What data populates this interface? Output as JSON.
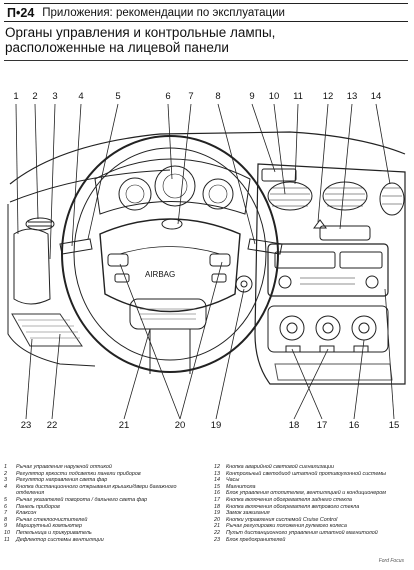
{
  "header": {
    "page_label": "П•24",
    "title": "Приложения: рекомендации по эксплуатации"
  },
  "section": {
    "title_line1": "Органы управления и контрольные лампы,",
    "title_line2": "расположенные на лицевой панели"
  },
  "figure": {
    "callouts_top": [
      "1",
      "2",
      "3",
      "4",
      "5",
      "6",
      "7",
      "8",
      "9",
      "10",
      "11",
      "12",
      "13",
      "14"
    ],
    "callouts_bottom": [
      "23",
      "22",
      "21",
      "20",
      "19",
      "18",
      "17",
      "16",
      "15"
    ],
    "steering_badge": "AIRBAG"
  },
  "legend": {
    "left": [
      {
        "n": "1",
        "t": "Рычаг управления наружной оптикой"
      },
      {
        "n": "2",
        "t": "Регулятор яркости подсветки панели приборов"
      },
      {
        "n": "3",
        "t": "Регулятор направления света фар"
      },
      {
        "n": "4",
        "t": "Кнопка дистанционного открывания крышки/двери багажного отделения"
      },
      {
        "n": "5",
        "t": "Рычаг указателей поворота / дальнего света фар"
      },
      {
        "n": "6",
        "t": "Панель приборов"
      },
      {
        "n": "7",
        "t": "Клаксон"
      },
      {
        "n": "8",
        "t": "Рычаг стеклоочистителей"
      },
      {
        "n": "9",
        "t": "Маршрутный компьютер"
      },
      {
        "n": "10",
        "t": "Пепельница и прикуриватель"
      },
      {
        "n": "11",
        "t": "Дефлектор системы вентиляции"
      }
    ],
    "right": [
      {
        "n": "12",
        "t": "Кнопка аварийной световой сигнализации"
      },
      {
        "n": "13",
        "t": "Контрольный светодиод штатной противоугонной системы"
      },
      {
        "n": "14",
        "t": "Часы"
      },
      {
        "n": "15",
        "t": "Магнитола"
      },
      {
        "n": "16",
        "t": "Блок управления отопителем, вентиляцией и кондиционером"
      },
      {
        "n": "17",
        "t": "Кнопка включения обогревателя заднего стекла"
      },
      {
        "n": "18",
        "t": "Кнопка включения обогревателя ветрового стекла"
      },
      {
        "n": "19",
        "t": "Замок зажигания"
      },
      {
        "n": "20",
        "t": "Кнопки управления системой Cruise Control"
      },
      {
        "n": "21",
        "t": "Рычаг регулировки положения рулевого колеса"
      },
      {
        "n": "22",
        "t": "Пульт дистанционного управления штатной магнитолой"
      },
      {
        "n": "23",
        "t": "Блок предохранителей"
      }
    ]
  },
  "footer": {
    "note": "Ford Focus"
  }
}
